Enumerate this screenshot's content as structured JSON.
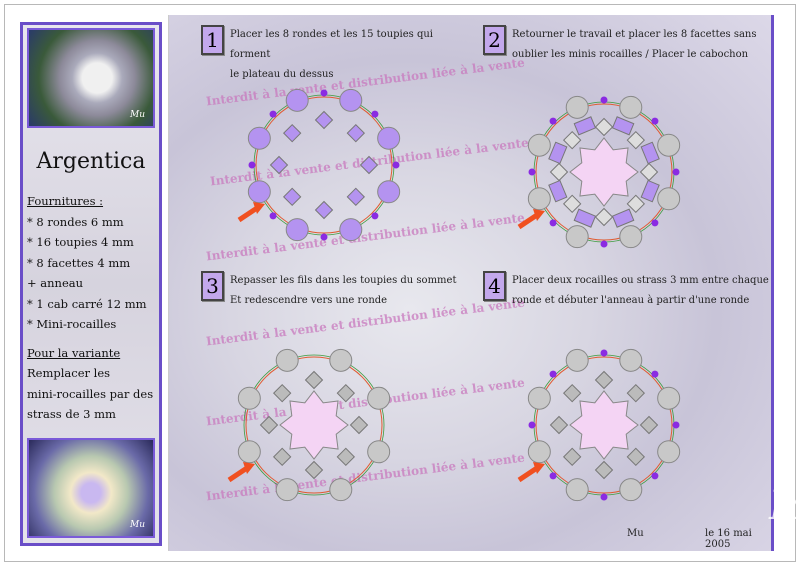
{
  "sidebar": {
    "title": "Argentica",
    "photo_signature": "Mu",
    "supplies_heading": "Fournitures :",
    "supplies": [
      "* 8 rondes  6 mm",
      "* 16 toupies  4 mm",
      "* 8 facettes 4 mm",
      "+ anneau",
      "* 1 cab carré 12 mm",
      "* Mini-rocailles"
    ],
    "variant_heading": "Pour la variante",
    "variant_lines": [
      "Remplacer les",
      "mini-rocailles par des",
      "strass de 3 mm"
    ]
  },
  "steps": [
    {
      "number": "1",
      "lines": [
        "Placer les 8 rondes et les 15 toupies qui forment",
        "le plateau du dessus"
      ]
    },
    {
      "number": "2",
      "lines": [
        "Retourner le travail et placer les 8 facettes sans",
        "oublier les minis rocailles / Placer le cabochon"
      ]
    },
    {
      "number": "3",
      "lines": [
        "Repasser les fils dans les toupies du sommet",
        "Et redescendre vers une ronde"
      ]
    },
    {
      "number": "4",
      "lines": [
        "Placer deux rocailles ou strass 3 mm entre chaque",
        "ronde et débuter l'anneau à partir d'une ronde"
      ]
    }
  ],
  "watermark": "Interdit à la vente et distribution liée à la vente",
  "footer": {
    "author": "Mu",
    "date": "le 16 mai 2005",
    "signature": "Mu"
  },
  "colors": {
    "accent": "#6a4ec8",
    "bead_purple": "#b493f0",
    "bead_gray": "#c8c8c8",
    "arrow": "#f05020"
  }
}
